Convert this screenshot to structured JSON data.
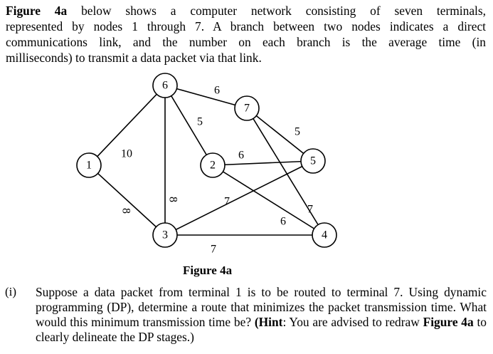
{
  "intro": {
    "figure_ref": "Figure 4a",
    "lines": [
      " below shows a computer network consisting of seven terminals,",
      "represented by nodes 1 through 7. A branch between two nodes indicates a direct",
      "communications link, and the number on each branch is the average time (in",
      "milliseconds) to transmit a data packet via that link."
    ]
  },
  "network": {
    "nodes": [
      {
        "id": "1",
        "label": "1"
      },
      {
        "id": "2",
        "label": "2"
      },
      {
        "id": "3",
        "label": "3"
      },
      {
        "id": "4",
        "label": "4"
      },
      {
        "id": "5",
        "label": "5"
      },
      {
        "id": "6",
        "label": "6"
      },
      {
        "id": "7",
        "label": "7"
      }
    ],
    "edges": [
      {
        "from": "1",
        "to": "6",
        "weight": "10"
      },
      {
        "from": "1",
        "to": "3",
        "weight": "8"
      },
      {
        "from": "6",
        "to": "7",
        "weight": "6"
      },
      {
        "from": "6",
        "to": "2",
        "weight": "5"
      },
      {
        "from": "6",
        "to": "3",
        "weight": "8"
      },
      {
        "from": "7",
        "to": "5",
        "weight": "5"
      },
      {
        "from": "7",
        "to": "4",
        "weight": "7"
      },
      {
        "from": "2",
        "to": "5",
        "weight": "6"
      },
      {
        "from": "2",
        "to": "4",
        "weight": "6"
      },
      {
        "from": "3",
        "to": "5",
        "weight": "7"
      },
      {
        "from": "3",
        "to": "4",
        "weight": "7"
      }
    ]
  },
  "caption": "Figure 4a",
  "question": {
    "marker": "(i)",
    "text_1": "Suppose a data packet from terminal 1 is to be routed to terminal 7. Using dynamic programming (DP), determine a route that minimizes the packet transmission time. What would this minimum transmission time be? ",
    "hint_label": "(Hint",
    "text_2": ": You are advised to redraw ",
    "figure_ref": "Figure 4a",
    "text_3": " to clearly delineate the DP stages.)"
  }
}
